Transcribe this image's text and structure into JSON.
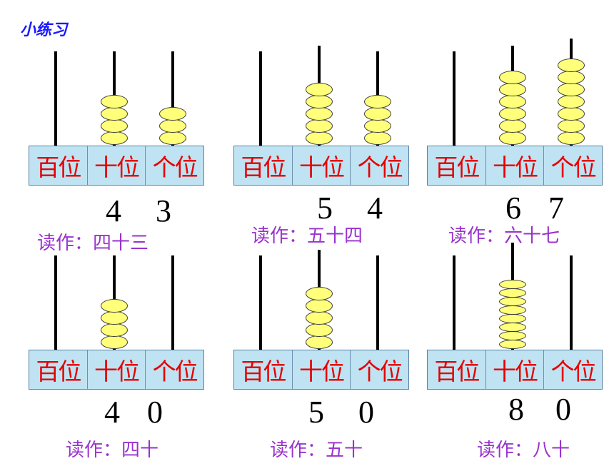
{
  "title": "小练习",
  "place_labels": [
    "百位",
    "十位",
    "个位"
  ],
  "read_prefix": "读作：",
  "colors": {
    "bead": "#ffff7a",
    "label": "#e60000",
    "reading": "#9933cc",
    "title": "#1a1aff",
    "base": "#bfe3f2"
  },
  "problems": [
    {
      "digits": [
        "4",
        "3"
      ],
      "beads": [
        0,
        4,
        3
      ],
      "reading": "四十三"
    },
    {
      "digits": [
        "5",
        "4"
      ],
      "beads": [
        0,
        5,
        4
      ],
      "reading": "五十四"
    },
    {
      "digits": [
        "6",
        "7"
      ],
      "beads": [
        0,
        6,
        7
      ],
      "reading": "六十七"
    },
    {
      "digits": [
        "4",
        "0"
      ],
      "beads": [
        0,
        4,
        0
      ],
      "reading": "四十"
    },
    {
      "digits": [
        "5",
        "0"
      ],
      "beads": [
        0,
        5,
        0
      ],
      "reading": "五十"
    },
    {
      "digits": [
        "8",
        "0"
      ],
      "beads": [
        0,
        8,
        0
      ],
      "reading": "八十"
    }
  ]
}
